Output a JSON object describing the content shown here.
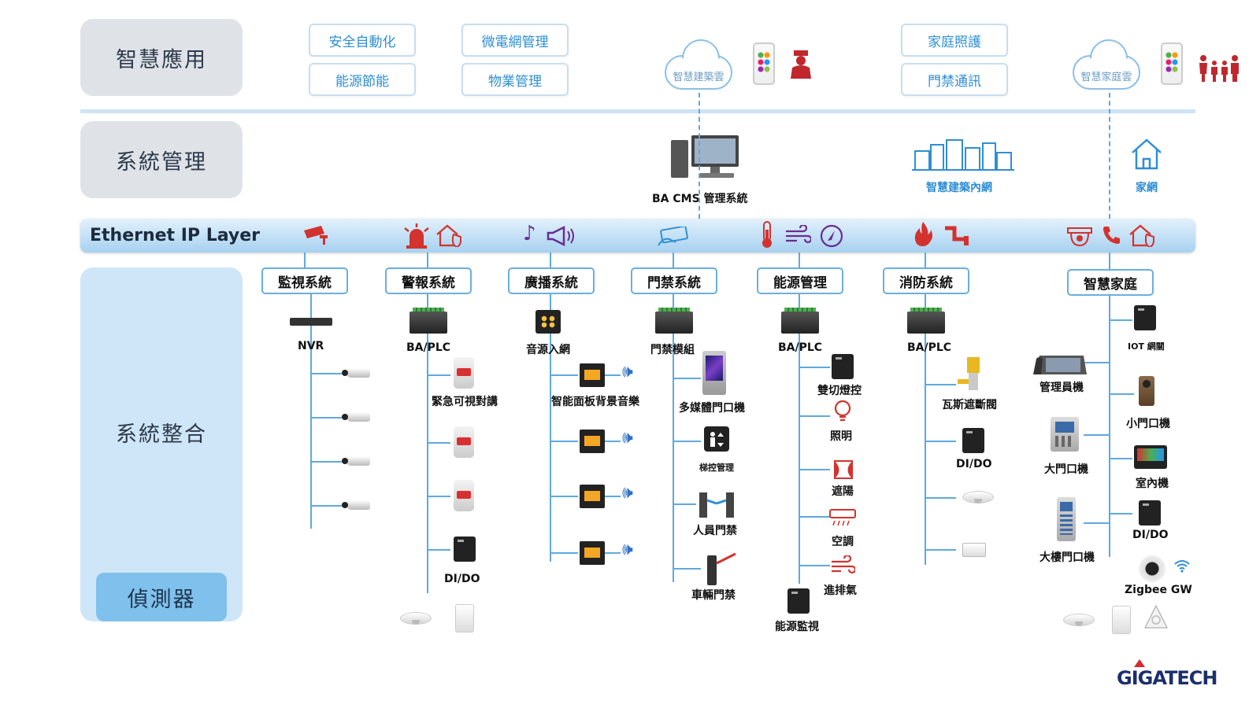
{
  "tiers": {
    "smart_apps": "智慧應用",
    "system_mgmt": "系統管理",
    "system_integration": "系統整合",
    "detectors": "偵測器"
  },
  "app_boxes": {
    "safety_automation": "安全自動化",
    "energy_saving": "能源節能",
    "microgrid": "微電網管理",
    "property_mgmt": "物業管理",
    "home_care": "家庭照護",
    "access_comm": "門禁通訊"
  },
  "clouds": {
    "smart_building": "智慧建築雲",
    "smart_home": "智慧家庭雲"
  },
  "management": {
    "ba_cms": "BA CMS 管理系統",
    "building_network": "智慧建築內網",
    "home_network": "家網"
  },
  "ethernet_label": "Ethernet IP Layer",
  "systems": {
    "surveillance": "監視系統",
    "alarm": "警報系統",
    "broadcast": "廣播系統",
    "access": "門禁系統",
    "energy": "能源管理",
    "fire": "消防系統",
    "smart_home": "智慧家庭"
  },
  "devices": {
    "nvr": "NVR",
    "ba_plc_alarm": "BA/PLC",
    "emergency_intercom": "緊急可視對講",
    "di_do_alarm": "DI/DO",
    "audio_input": "音源入網",
    "smart_panel": "智能面板背景音樂",
    "access_module": "門禁模組",
    "multimedia_door": "多媒體門口機",
    "elevator_control": "梯控管理",
    "personnel_access": "人員門禁",
    "vehicle_access": "車輛門禁",
    "ba_plc_energy": "BA/PLC",
    "dual_switch": "雙切燈控",
    "lighting": "照明",
    "shading": "遮陽",
    "aircon": "空調",
    "ventilation": "進排氣",
    "energy_monitor": "能源監視",
    "ba_plc_fire": "BA/PLC",
    "gas_valve": "瓦斯遮斷閥",
    "di_do_fire": "DI/DO",
    "iot_gateway": "IOT 網關",
    "admin_station": "管理員機",
    "small_door": "小門口機",
    "main_door": "大門口機",
    "indoor_unit": "室內機",
    "building_door": "大樓門口機",
    "di_do_home": "DI/DO",
    "zigbee_gw": "Zigbee GW"
  },
  "logo": "GIGATECH",
  "colors": {
    "accent_blue": "#2f8ed4",
    "line_blue": "#5ea9e0",
    "alert_red": "#d2332e",
    "purple": "#6a2c91"
  }
}
